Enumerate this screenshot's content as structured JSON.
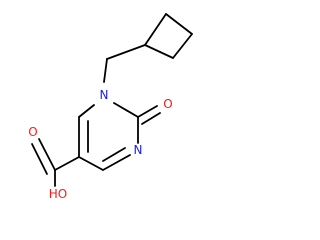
{
  "molecule": {
    "atoms": {
      "n1": {
        "label": "N",
        "color": "#1a1aff"
      },
      "n3": {
        "label": "N",
        "color": "#1a1aff"
      },
      "o_carbonyl": {
        "label": "O",
        "color": "#ff1a1a"
      },
      "o_acid_double": {
        "label": "O",
        "color": "#ff1a1a"
      },
      "oh_acid": {
        "label": "HO",
        "color": "#ff1a1a"
      }
    },
    "bond_color": "#000000"
  }
}
